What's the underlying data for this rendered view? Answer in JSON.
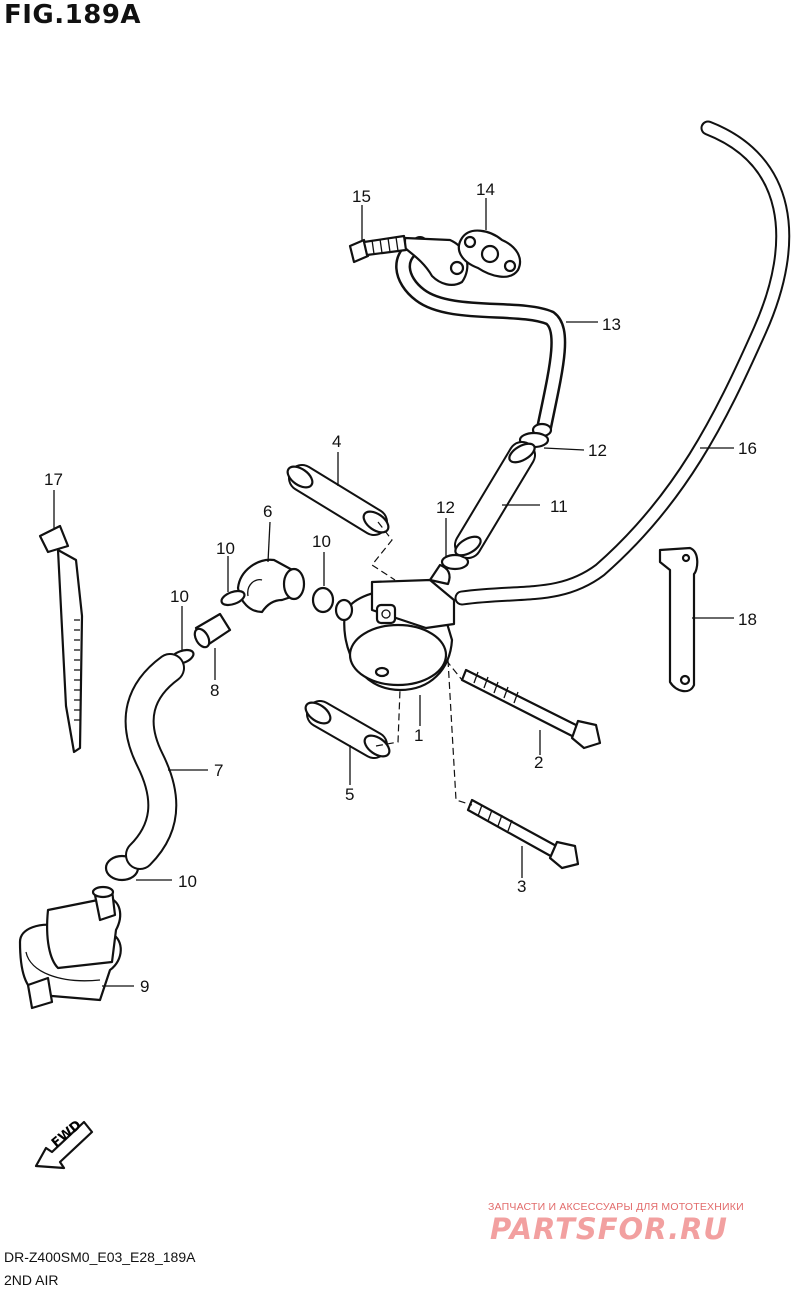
{
  "title": "FIG.189A",
  "diagram_code": "DR-Z400SM0_E03_E28_189A",
  "subtitle": "2ND AIR",
  "direction_arrow_label": "FWD",
  "watermark": {
    "line1": "ЗАПЧАСТИ И АКСЕССУАРЫ ДЛЯ МОТОТЕХНИКИ",
    "logo": "PARTSFOR.RU"
  },
  "callouts": {
    "c1": "1",
    "c2": "2",
    "c3": "3",
    "c4": "4",
    "c5": "5",
    "c6": "6",
    "c7": "7",
    "c8": "8",
    "c9": "9",
    "c10a": "10",
    "c10b": "10",
    "c10c": "10",
    "c10d": "10",
    "c11": "11",
    "c12a": "12",
    "c12b": "12",
    "c13": "13",
    "c14": "14",
    "c15": "15",
    "c16": "16",
    "c17": "17",
    "c18": "18"
  },
  "colors": {
    "line": "#111111",
    "watermark_text": "#e26b6b",
    "watermark_logo": "#f2a0a0"
  }
}
